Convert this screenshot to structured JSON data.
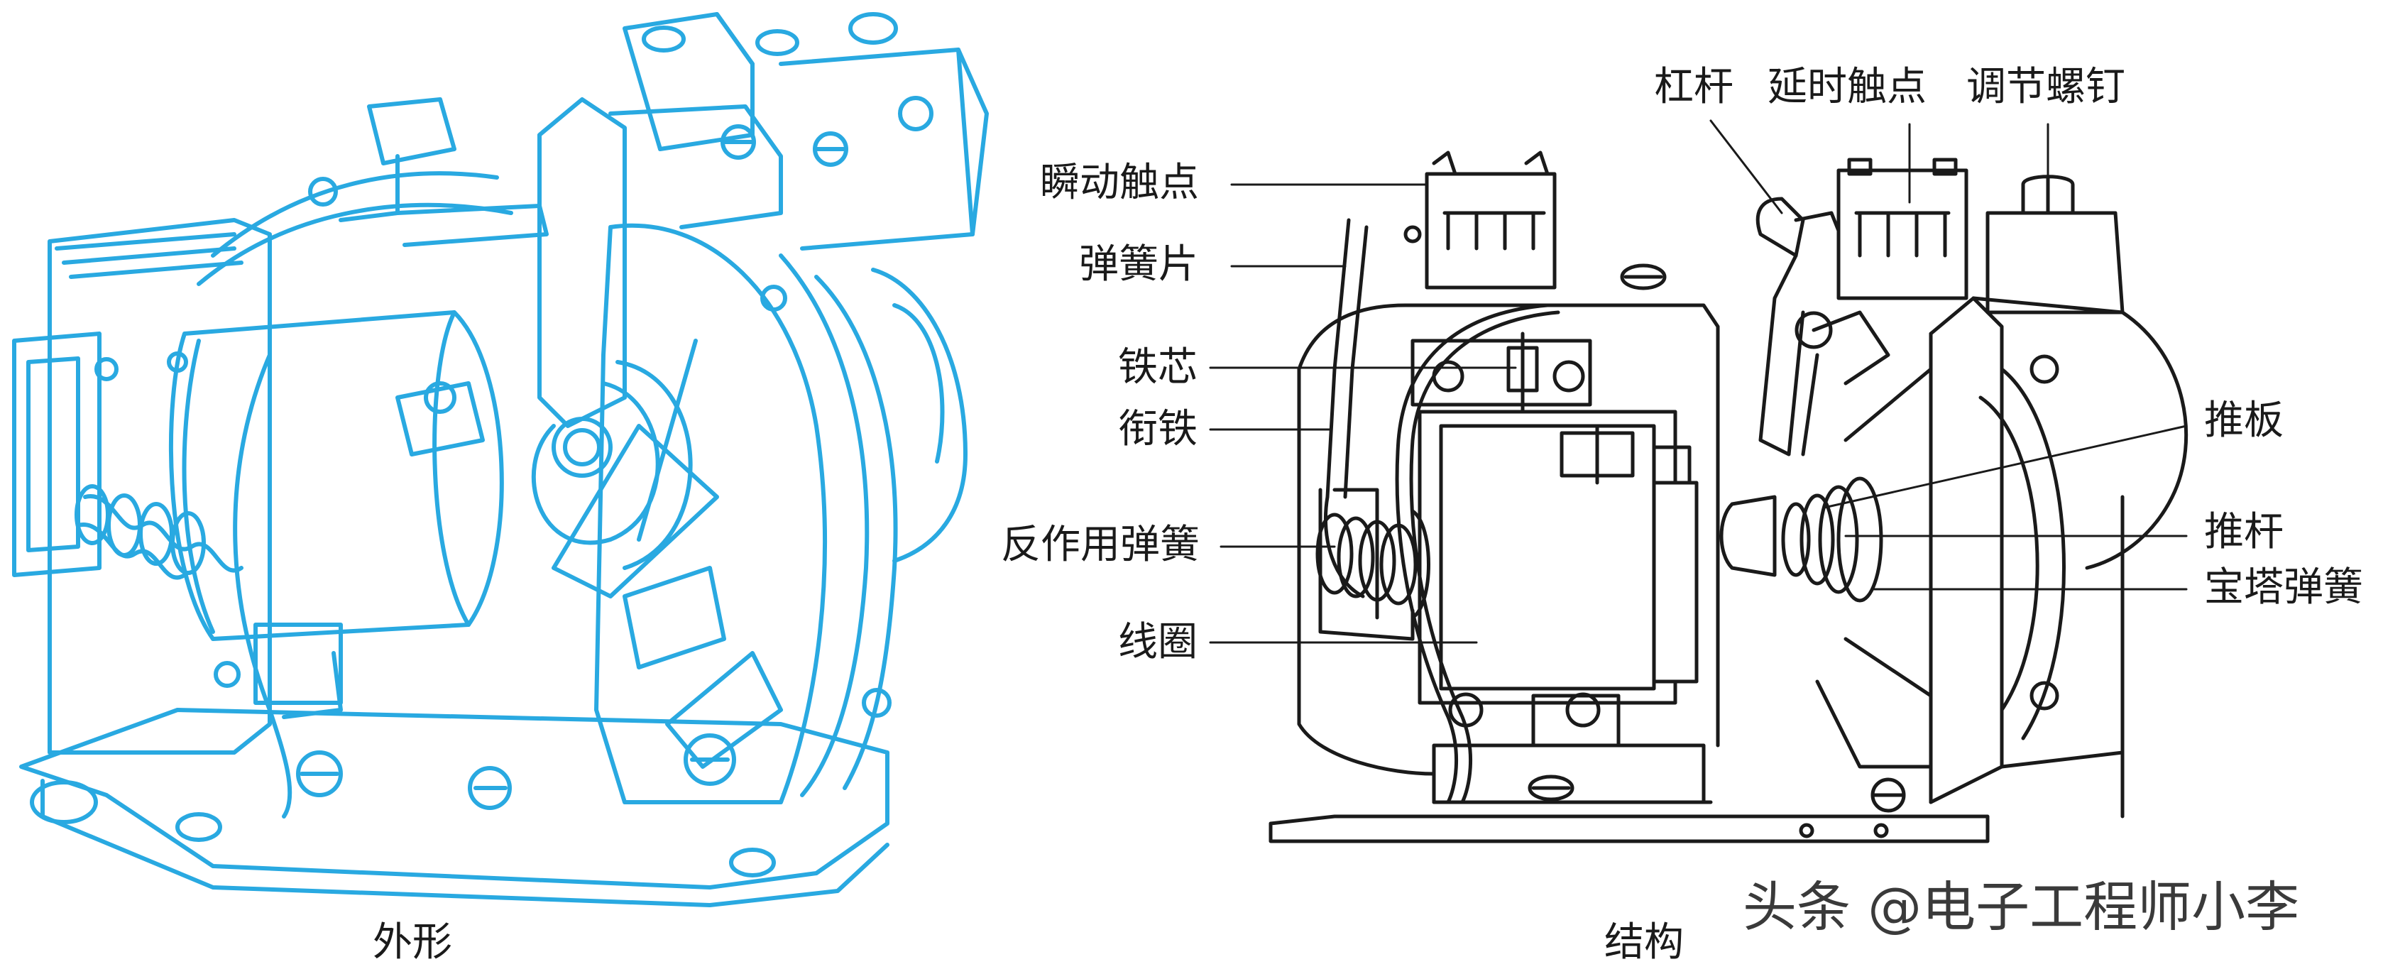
{
  "captions": {
    "left": "外形",
    "right": "结构"
  },
  "labels": {
    "lever": "杠杆",
    "delay_contact": "延时触点",
    "adjust_screw": "调节螺钉",
    "instant_contact": "瞬动触点",
    "spring_leaf": "弹簧片",
    "iron_core": "铁芯",
    "armature": "衔铁",
    "reaction_spring": "反作用弹簧",
    "coil": "线圈",
    "push_plate": "推板",
    "push_rod": "推杆",
    "tower_spring": "宝塔弹簧"
  },
  "watermark": "头条 @电子工程师小李",
  "colors": {
    "outline_left": "#29a9e1",
    "outline_right": "#1a1a1a",
    "label_text": "#1a1a1a"
  }
}
